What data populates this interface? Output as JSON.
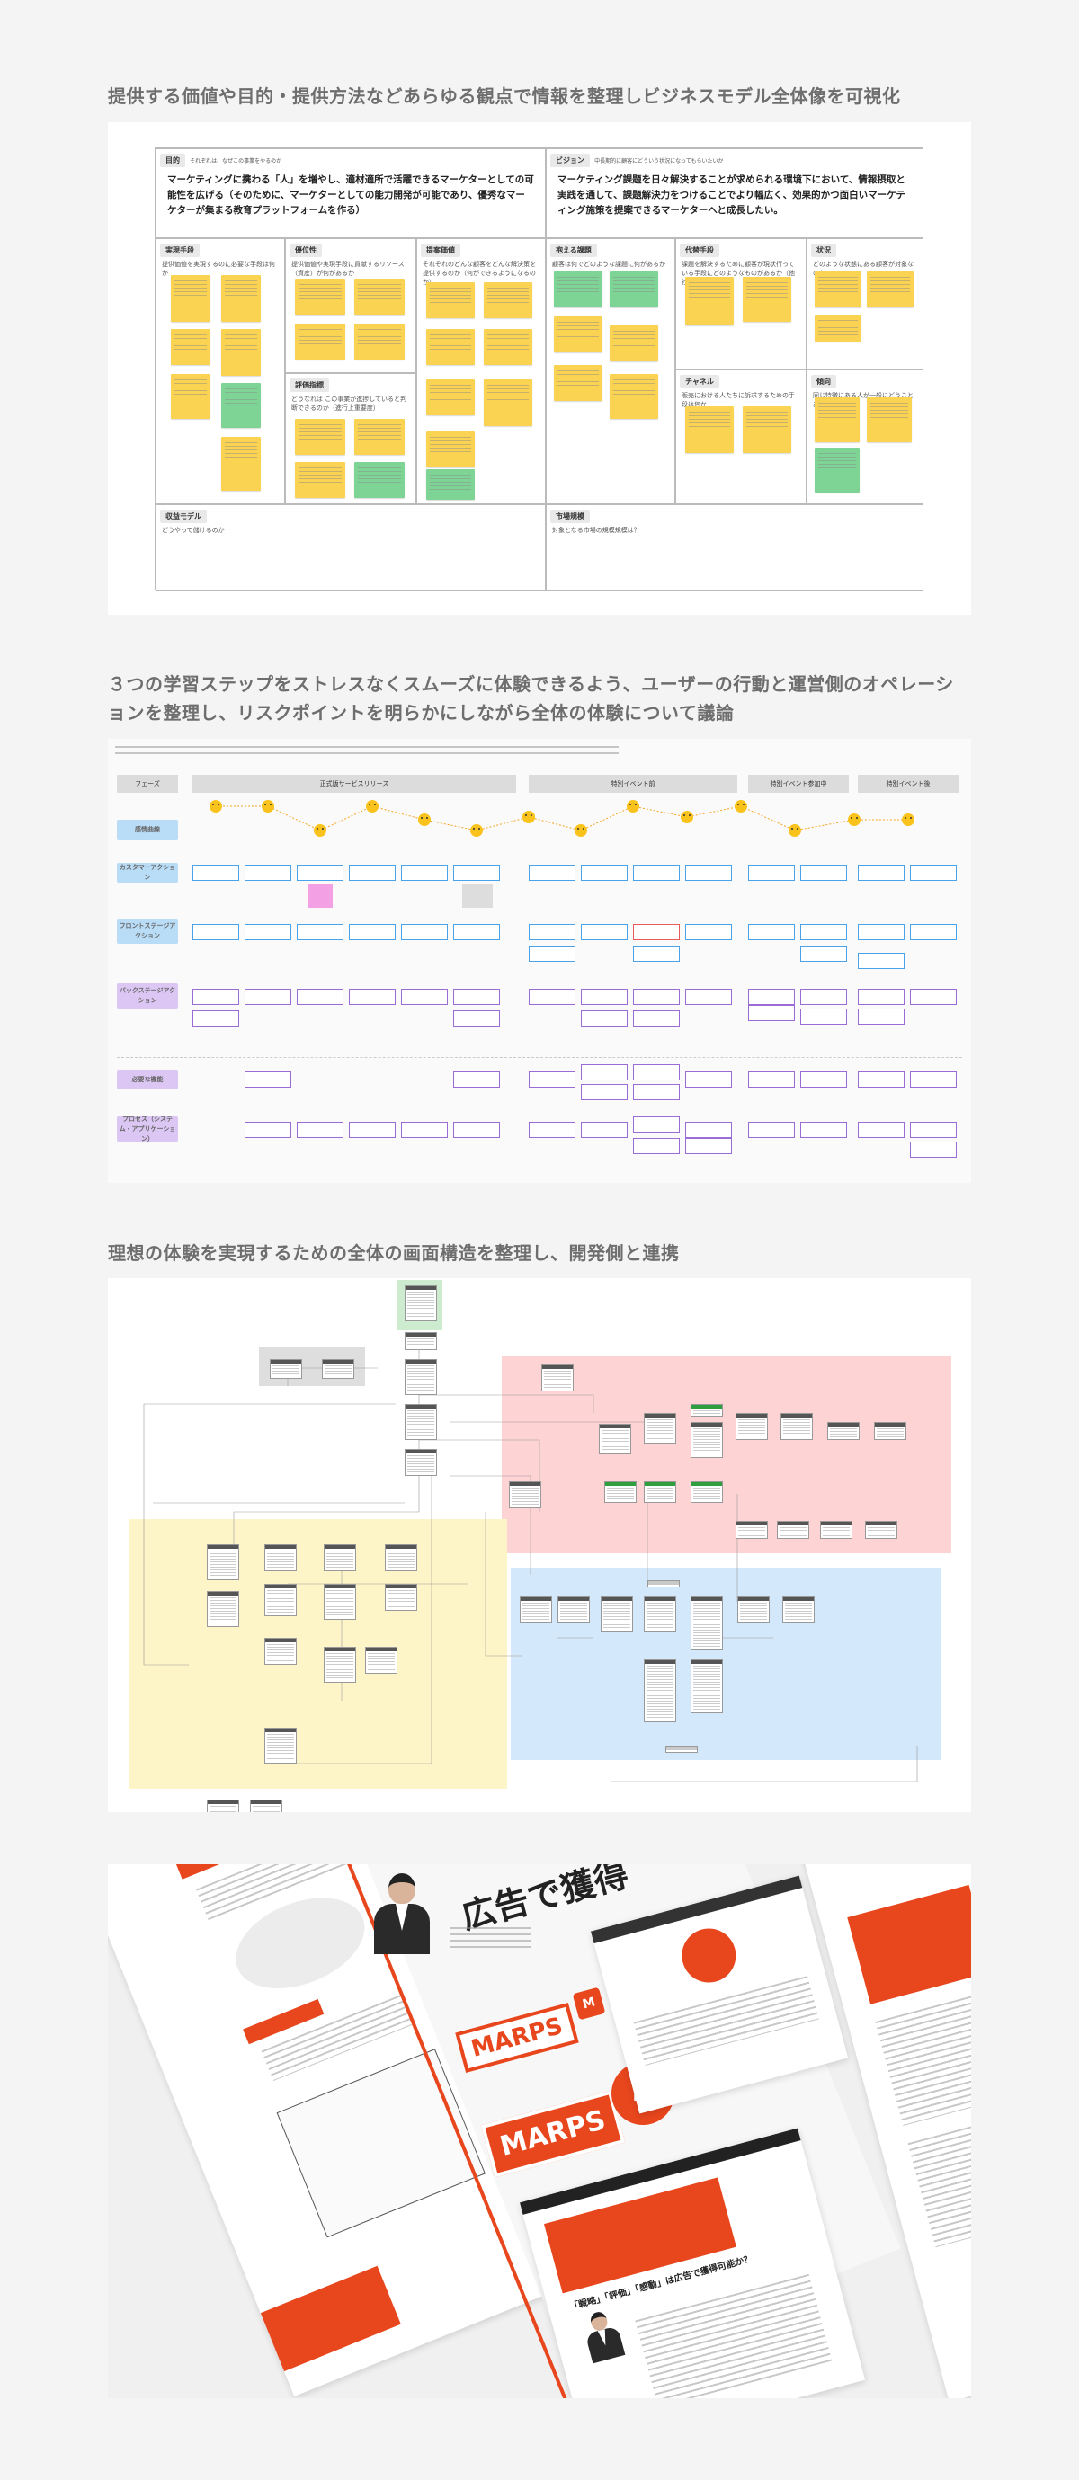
{
  "sections": [
    {
      "heading": "提供する価値や目的・提供方法などあらゆる観点で情報を整理しビジネスモデル全体像を可視化"
    },
    {
      "heading": "３つの学習ステップをストレスなくスムーズに体験できるよう、ユーザーの行動と運営側のオペレーションを整理し、リスクポイントを明らかにしながら全体の体験について議論"
    },
    {
      "heading": "理想の体験を実現するための全体の画面構造を整理し、開発側と連携"
    }
  ],
  "bmc": {
    "purpose": {
      "label": "目的",
      "sub": "それぞれは、なぜこの事業をやるのか",
      "text": "マーケティングに携わる「人」を増やし、適材適所で活躍できるマーケターとしての可能性を広げる（そのために、マーケターとしての能力開発が可能であり、優秀なマーケターが集まる教育プラットフォームを作る）"
    },
    "vision": {
      "label": "ビジョン",
      "sub": "中長期的に顧客にどういう状況になってもらいたいか",
      "text": "マーケティング課題を日々解決することが求められる環境下において、情報摂取と実践を通して、課題解決力をつけることでより幅広く、効果的かつ面白いマーケティング施策を提案できるマーケターへと成長したい。"
    },
    "cells": [
      {
        "label": "実現手段",
        "sub": "提供価値を実現するのに必要な手段は何か"
      },
      {
        "label": "優位性",
        "sub": "提供価値や実現手段に貢献するリソース（資産）が何があるか"
      },
      {
        "label": "評価指標",
        "sub": "どうなれば この事業が進捗していると判断できるのか（進行上重要度）"
      },
      {
        "label": "提案価値",
        "sub": "それぞれのどんな顧客をどんな解決策を提供するのか（何ができるようになるのか）"
      },
      {
        "label": "抱える課題",
        "sub": "顧客は何でどのような課題に何があるか"
      },
      {
        "label": "代替手段",
        "sub": "課題を解決するために顧客が現状行っている手段にどのようなものがあるか（他社含む）"
      },
      {
        "label": "状況",
        "sub": "どのような状態にある顧客が対象なのか"
      },
      {
        "label": "チャネル",
        "sub": "販売における人たちに訴求するための手段は何か"
      },
      {
        "label": "傾向",
        "sub": "同じ特徴にある人が一般にどうことあるか"
      },
      {
        "label": "収益モデル",
        "sub": "どうやって儲けるのか"
      },
      {
        "label": "市場規模",
        "sub": "対象となる市場の規模規模は？"
      }
    ]
  },
  "journey": {
    "phases": [
      "フェーズ",
      "正式版サービスリリース",
      "特別イベント前",
      "特別イベント参加中",
      "特別イベント後"
    ],
    "lanes": [
      "感情曲線",
      "カスタマーアクション",
      "フロントステージアクション",
      "バックステージアクション",
      "必要な機能",
      "プロセス（システム・アプリケーション）"
    ],
    "colors": {
      "blue_lane": "#b9dcf7",
      "purple_lane": "#dcc6f3",
      "phase": "#dcdcdc"
    }
  },
  "structure": {
    "colors": {
      "red_zone": "#fdd3d3",
      "blue_zone": "#d4e8fb",
      "yellow_zone": "#fdf4c8",
      "green_zone": "#cdeccf"
    }
  },
  "collage": {
    "brand": "MARPS",
    "pin_letter": "M",
    "headline": "広告で獲得",
    "headline_alt": "「戦略」「評価」「感動」は広告で獲得可能か？",
    "colors": {
      "brand": "#e8461d"
    }
  }
}
